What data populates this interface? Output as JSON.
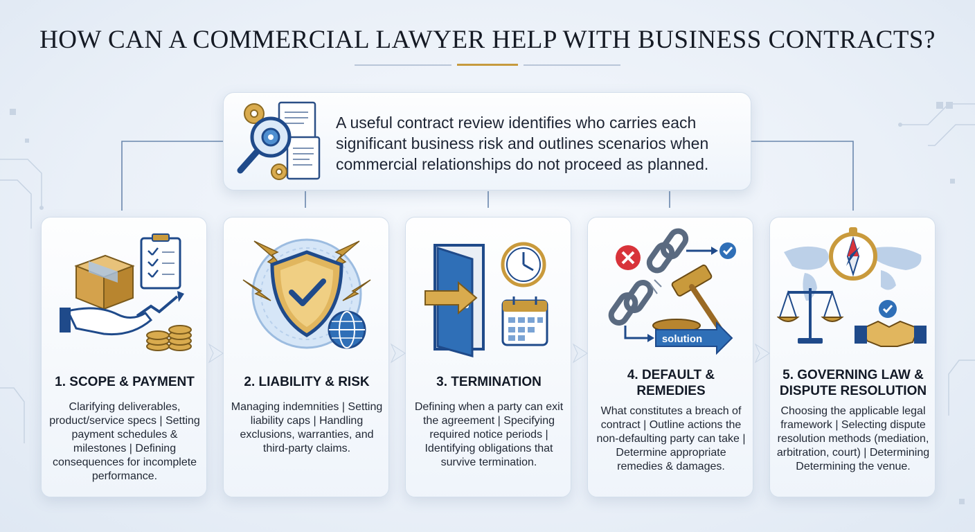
{
  "title": "HOW CAN A COMMERCIAL LAWYER HELP WITH BUSINESS CONTRACTS?",
  "intro": {
    "text": "A useful contract review identifies who carries each significant business risk and outlines scenarios when commercial relationships do not proceed as planned."
  },
  "cards": [
    {
      "heading": "1. SCOPE & PAYMENT",
      "body": "Clarifying deliverables, product/service specs | Setting payment schedules & milestones | Defining consequences for incomplete performance."
    },
    {
      "heading": "2. LIABILITY & RISK",
      "body": "Managing indemnities | Setting liability caps | Handling exclusions, warranties, and third-party claims."
    },
    {
      "heading": "3. TERMINATION",
      "body": "Defining when a party can exit the agreement | Specifying required notice periods | Identifying obligations that survive termination."
    },
    {
      "heading": "4. DEFAULT & REMEDIES",
      "body": "What constitutes a breach of contract | Outline actions the non-defaulting party can take | Determine appropriate remedies & damages.",
      "badge": "solution"
    },
    {
      "heading": "5. GOVERNING LAW & DISPUTE RESOLUTION",
      "body": "Choosing the applicable legal framework | Selecting dispute resolution methods (mediation, arbitration, court) | Determining Determining the venue."
    }
  ],
  "colors": {
    "navy": "#1f4a8a",
    "blue": "#2f6fb7",
    "gold": "#c99a3c",
    "red": "#d8333a",
    "line": "#5f7ea6"
  }
}
